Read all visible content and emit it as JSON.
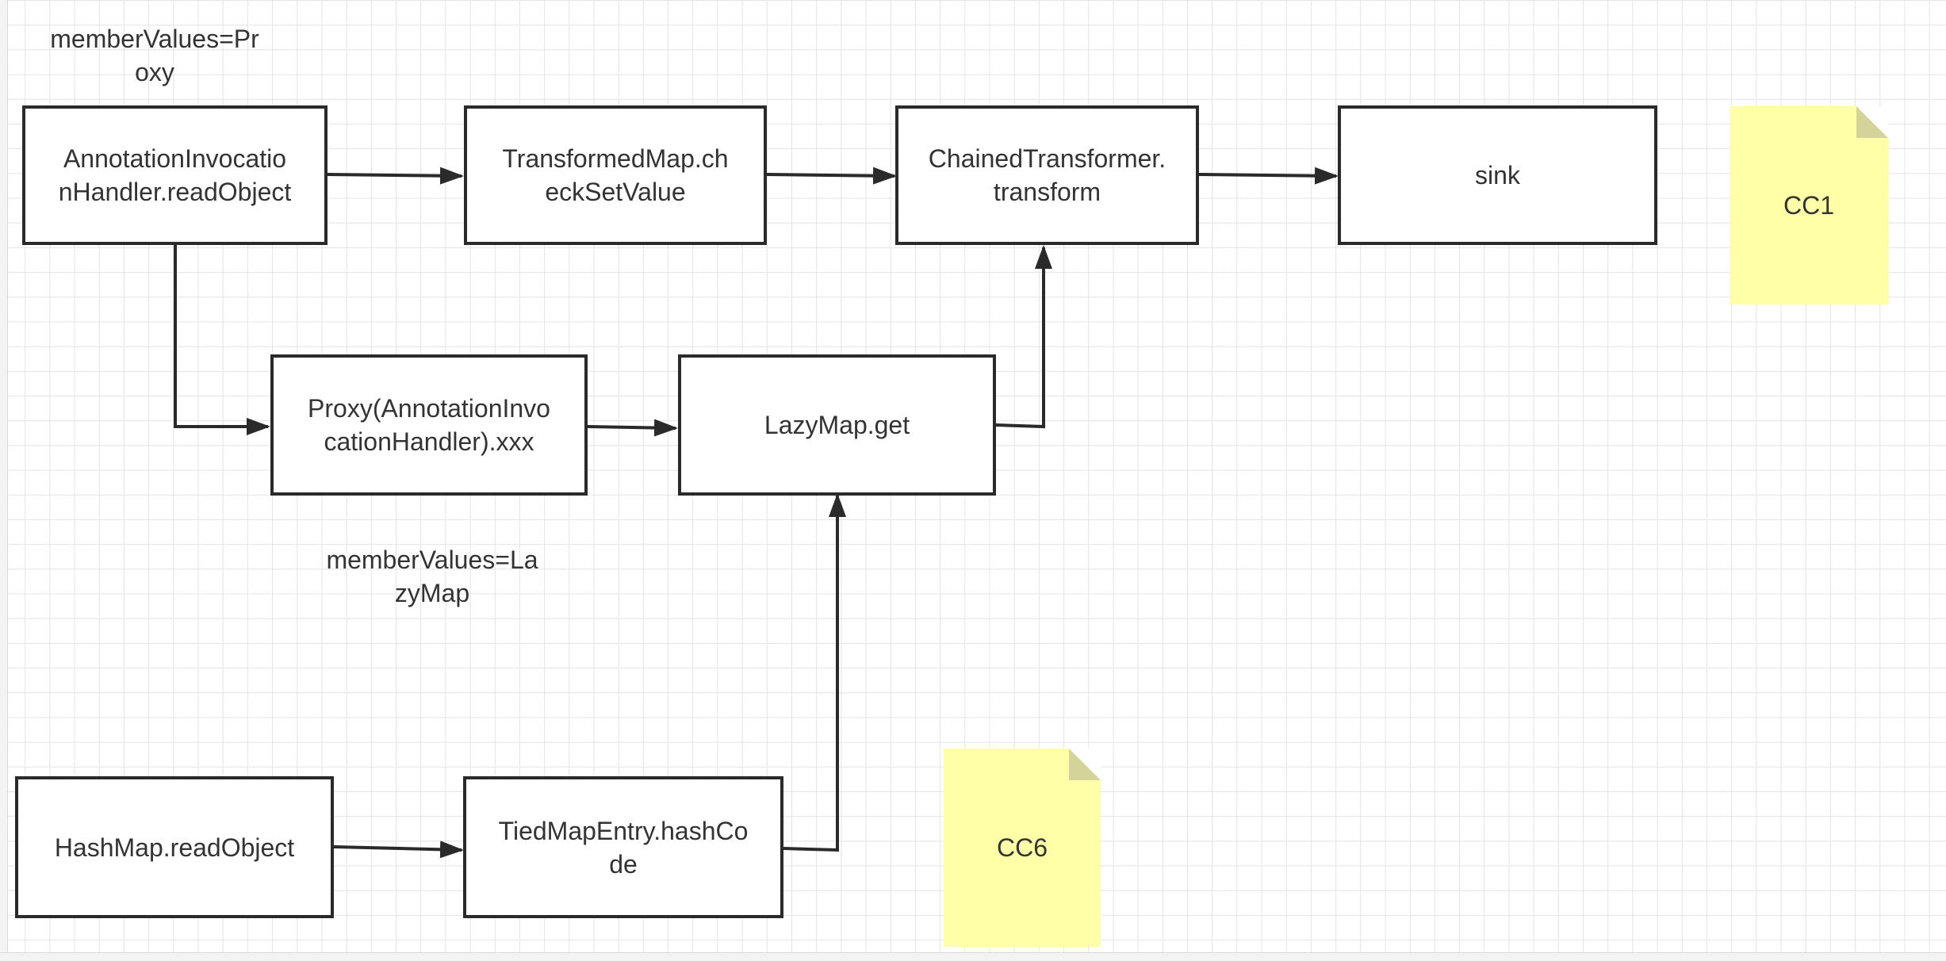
{
  "diagram": {
    "nodes": {
      "annotation_readobject": "AnnotationInvocatio\nnHandler.readObject",
      "transformedmap_checksetvalue": "TransformedMap.ch\neckSetValue",
      "chainedtransformer_transform": "ChainedTransformer.\ntransform",
      "sink": "sink",
      "proxy_handler": "Proxy(AnnotationInvo\ncationHandler).xxx",
      "lazymap_get": "LazyMap.get",
      "hashmap_readobject": "HashMap.readObject",
      "tiedmapentry_hashcode": "TiedMapEntry.hashCo\nde"
    },
    "labels": {
      "member_values_proxy": "memberValues=Pr\noxy",
      "member_values_lazymap": "memberValues=La\nzyMap"
    },
    "notes": {
      "cc1": "CC1",
      "cc6": "CC6"
    },
    "colors": {
      "note_fill": "#ffffa8",
      "note_fold": "#d4d49a",
      "stroke": "#2a2a2a",
      "grid": "#e4e4e4"
    }
  }
}
